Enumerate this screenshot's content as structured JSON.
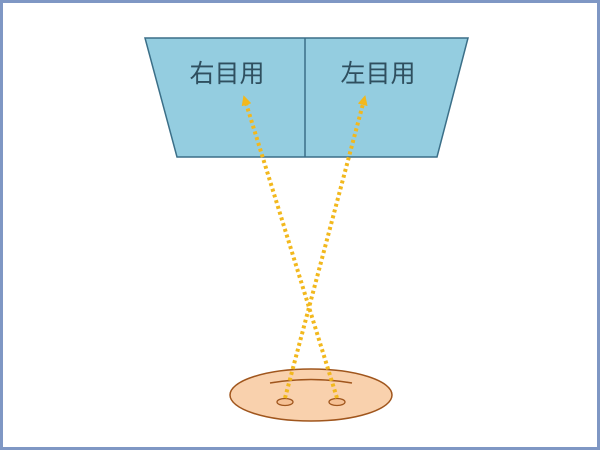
{
  "labels": {
    "right_eye": "右目用",
    "left_eye": "左目用"
  },
  "colors": {
    "border": "#7f97c4",
    "panel_fill": "#94cde0",
    "panel_stroke": "#3b6f88",
    "arrow": "#f2b81d",
    "face_fill": "#f9d1ad",
    "face_stroke": "#a0561d",
    "eye_fill": "#f5c195"
  },
  "icons": {
    "arrow": "dotted-arrow",
    "eye": "eye-ellipse"
  }
}
